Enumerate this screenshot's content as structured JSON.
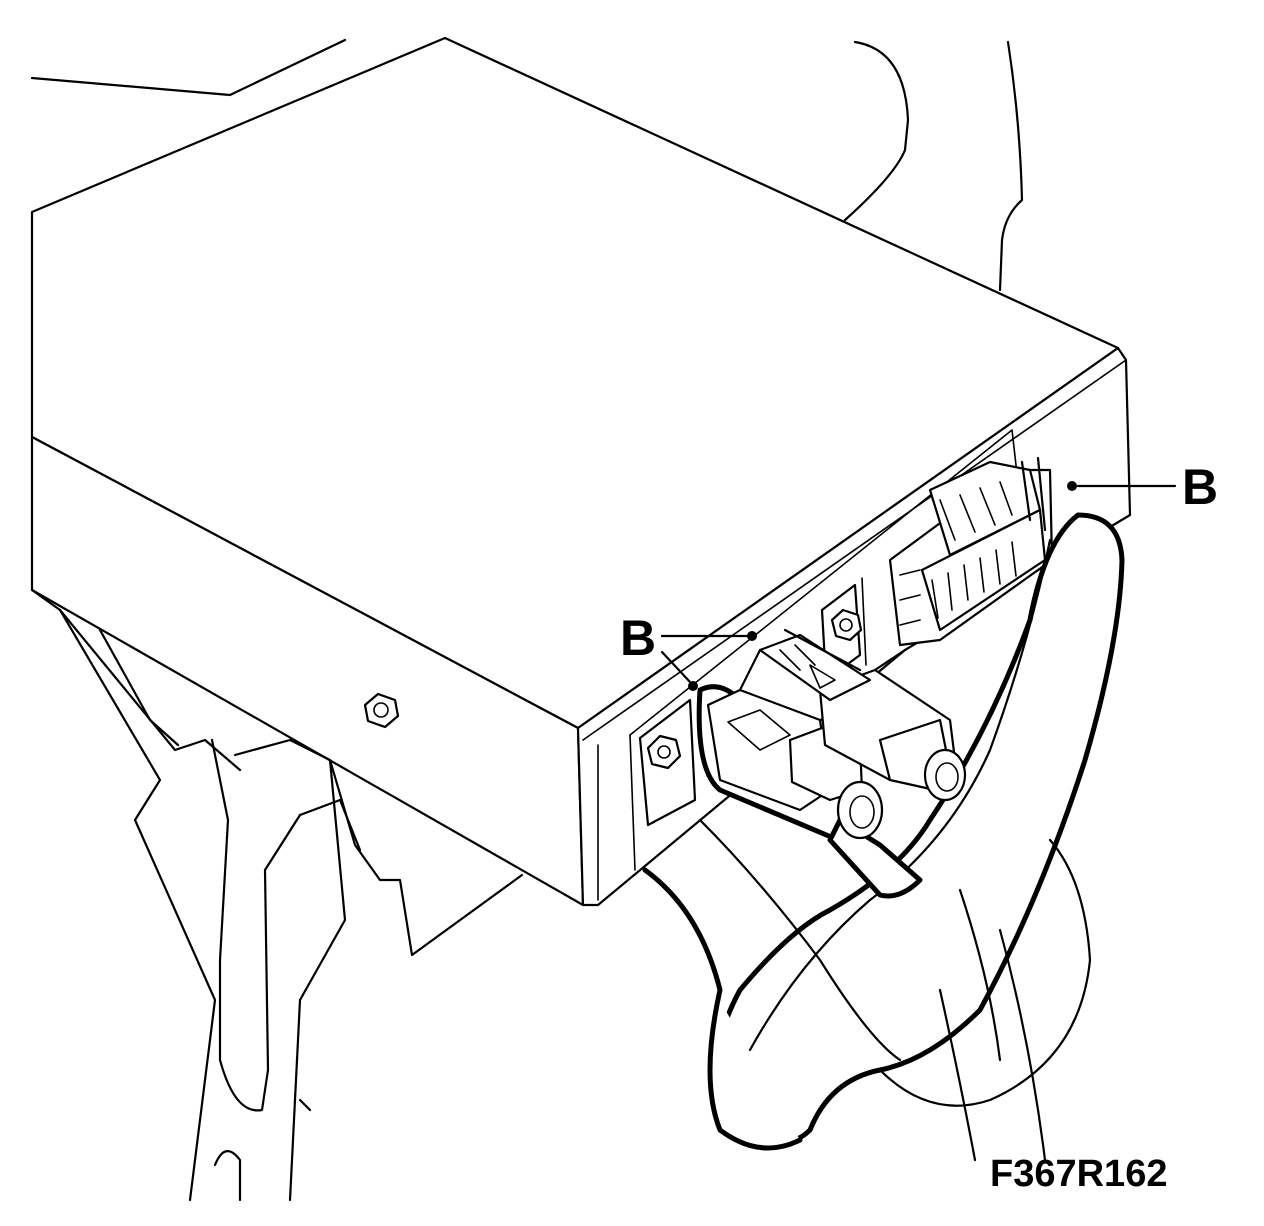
{
  "callouts": [
    {
      "label": "B"
    },
    {
      "label": "B"
    }
  ],
  "figure_code": "F367R162"
}
